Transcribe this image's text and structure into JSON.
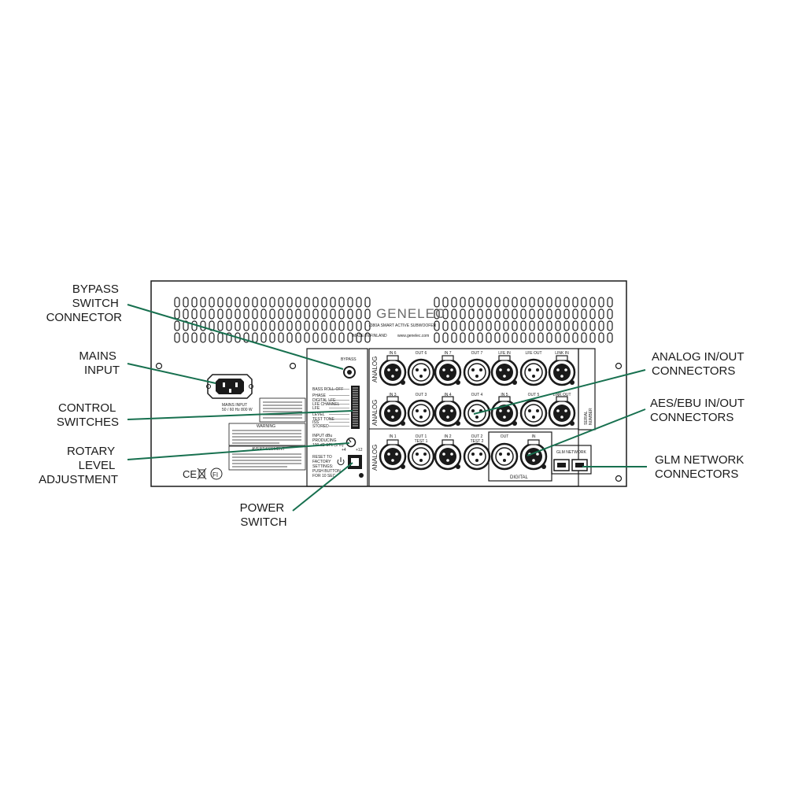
{
  "callouts": {
    "bypass": [
      "BYPASS",
      "SWITCH",
      "CONNECTOR"
    ],
    "mains": [
      "MAINS",
      "INPUT"
    ],
    "control": [
      "CONTROL",
      "SWITCHES"
    ],
    "rotary": [
      "ROTARY",
      "LEVEL",
      "ADJUSTMENT"
    ],
    "power": [
      "POWER",
      "SWITCH"
    ],
    "analog": [
      "ANALOG IN/OUT",
      "CONNECTORS"
    ],
    "aesebu": [
      "AES/EBU IN/OUT",
      "CONNECTORS"
    ],
    "glm": [
      "GLM NETWORK",
      "CONNECTORS"
    ]
  },
  "panel": {
    "brand": "GENELEC",
    "model": "7380A SMART ACTIVE SUBWOOFER",
    "made_in": "MADE IN FINLAND",
    "website": "www.genelec.com",
    "bypass_label": "BYPASS",
    "mains_label": [
      "MAINS INPUT",
      "50 / 60 Hz 800 W"
    ],
    "reset_label": [
      "RESET TO",
      "FACTORY",
      "SETTINGS:",
      "PUSH BUTTON",
      "FOR 10 SEC"
    ],
    "input_label": [
      "INPUT dBu",
      "PRODUCING",
      "100 dB SPL (1 m)"
    ],
    "rotary_min": "+4",
    "rotary_max": "+12",
    "switches": [
      "BASS ROLL-OFF",
      "PHASE",
      "DIGITAL LFE",
      "LFE CHANNEL",
      "LFE",
      "LEVEL",
      "TEST TONE",
      "ISS",
      "STORED"
    ],
    "warning_title": "WARNING",
    "avertissement_title": "AVERTISSEMENT",
    "cert_marks": [
      "CE",
      "FI"
    ],
    "analog_label": "ANALOG",
    "digital_label": "DIGITAL",
    "glm_label": "GLM NETWORK",
    "serial_label": [
      "SERIAL",
      "NUMBER"
    ],
    "row1": [
      "IN 6",
      "OUT 6",
      "IN 7",
      "OUT 7",
      "LFE IN",
      "LFE OUT",
      "LINK IN"
    ],
    "row2": [
      "IN 3",
      "OUT 3",
      "IN 4",
      "OUT 4",
      "IN 5",
      "OUT 5",
      "LINK OUT"
    ],
    "row3": [
      "IN 1",
      "OUT 1",
      "IN 2",
      "OUT 2"
    ],
    "row3_sub": [
      "TEST 1",
      "TEST 2"
    ],
    "digital_ports": [
      "OUT",
      "IN"
    ]
  },
  "colors": {
    "leader": "#17704f",
    "outline": "#1a1a1a"
  }
}
